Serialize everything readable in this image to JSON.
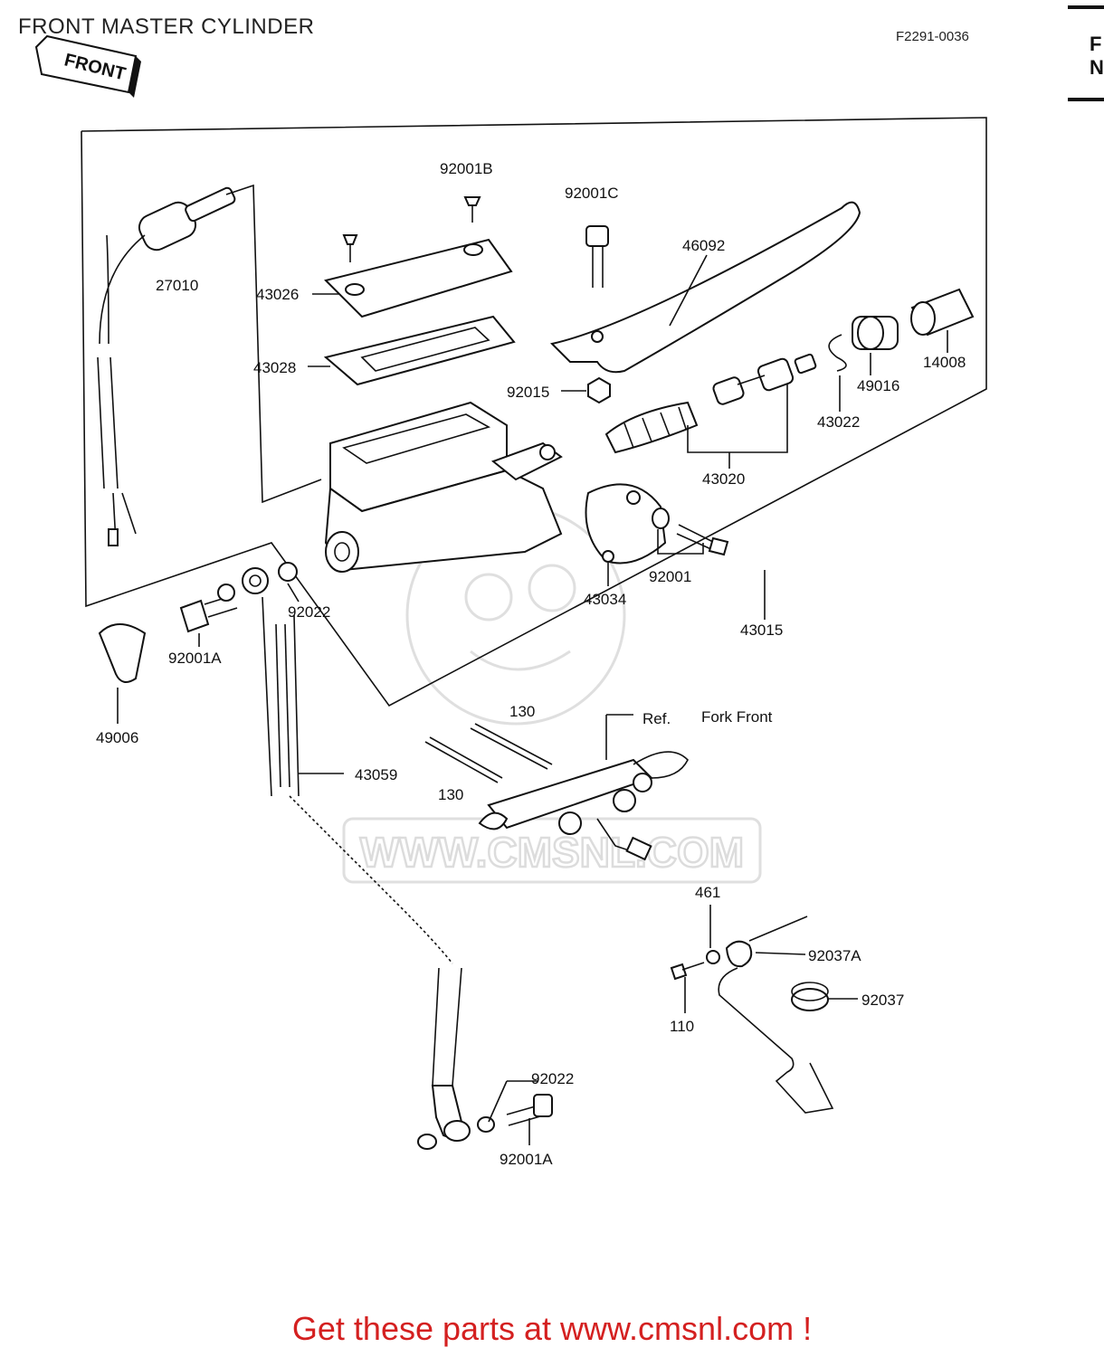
{
  "header": {
    "title": "FRONT MASTER CYLINDER",
    "code": "F2291-0036",
    "front_arrow": "FRONT",
    "side_letters": [
      "F",
      "N"
    ]
  },
  "watermark": {
    "text": "WWW.CMSNL.COM"
  },
  "parts": {
    "p27010": "27010",
    "p43026": "43026",
    "p43028": "43028",
    "p92001B": "92001B",
    "p92001C": "92001C",
    "p46092": "46092",
    "p92015": "92015",
    "p14008": "14008",
    "p49016": "49016",
    "p43022": "43022",
    "p43020": "43020",
    "p92001": "92001",
    "p43034": "43034",
    "p43015": "43015",
    "p92022_top": "92022",
    "p92001A_top": "92001A",
    "p49006": "49006",
    "p43059": "43059",
    "p130_a": "130",
    "p130_b": "130",
    "ref": "Ref.",
    "fork_front": "Fork Front",
    "p461": "461",
    "p92037A": "92037A",
    "p92037": "92037",
    "p110": "110",
    "p92022_bot": "92022",
    "p92001A_bot": "92001A"
  },
  "footer": {
    "cta": "Get these parts at www.cmsnl.com !"
  }
}
